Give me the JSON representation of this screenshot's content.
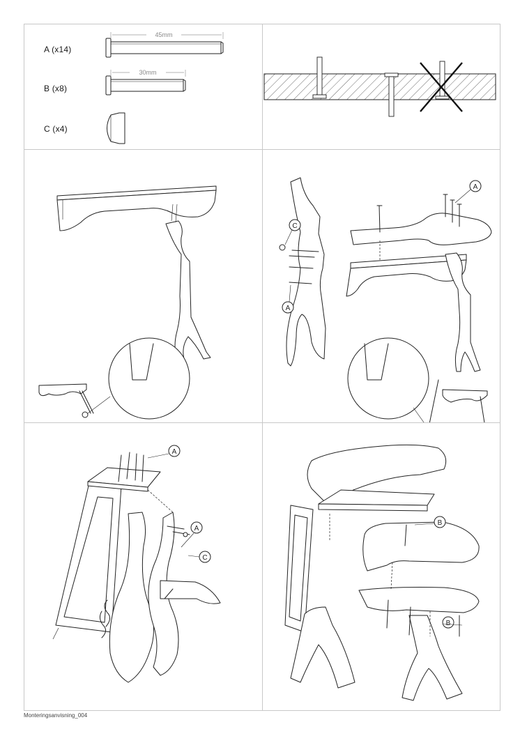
{
  "parts": [
    {
      "letter": "A",
      "label": "A (x14)",
      "dimension": "45mm"
    },
    {
      "letter": "B",
      "label": "B (x8)",
      "dimension": "30mm"
    },
    {
      "letter": "C",
      "label": "C (x4)",
      "dimension": ""
    }
  ],
  "callouts": {
    "a": "A",
    "b": "B",
    "c": "C"
  },
  "footer": "Monteringsanvisning_004"
}
